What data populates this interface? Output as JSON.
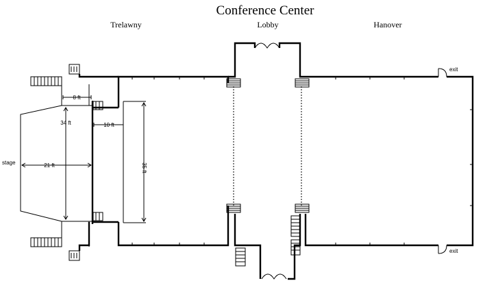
{
  "title": "Conference Center",
  "rooms": {
    "trelawny": "Trelawny",
    "lobby": "Lobby",
    "hanover": "Hanover"
  },
  "stage": {
    "label": "stage",
    "width": "21 ft",
    "depth": "34 ft",
    "side": "8 ft"
  },
  "platform": {
    "width": "10 ft",
    "length": "35 ft"
  },
  "exits": {
    "top": "exit",
    "bottom": "exit"
  }
}
